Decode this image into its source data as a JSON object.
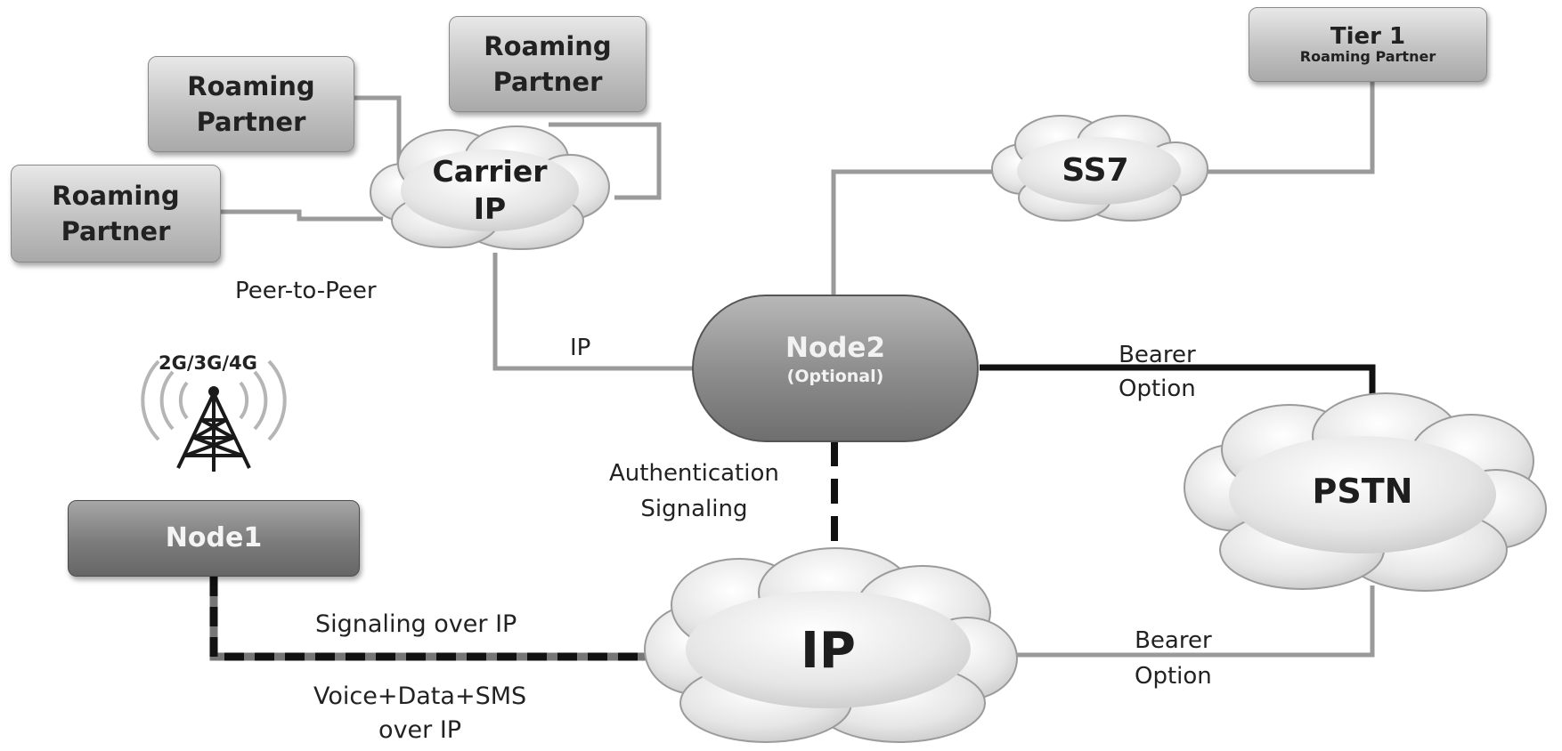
{
  "nodes": {
    "roaming_partner_1": {
      "line1": "Roaming",
      "line2": "Partner"
    },
    "roaming_partner_2": {
      "line1": "Roaming",
      "line2": "Partner"
    },
    "roaming_partner_3": {
      "line1": "Roaming",
      "line2": "Partner"
    },
    "tier1": {
      "line1": "Tier 1",
      "line2": "Roaming Partner"
    },
    "node1": {
      "label": "Node1"
    },
    "node2": {
      "line1": "Node2",
      "line2": "(Optional)"
    },
    "carrier_ip": {
      "line1": "Carrier",
      "line2": "IP"
    },
    "ss7": {
      "label": "SS7"
    },
    "pstn": {
      "label": "PSTN"
    },
    "ip": {
      "label": "IP"
    }
  },
  "labels": {
    "peer_to_peer": "Peer-to-Peer",
    "ip_link": "IP",
    "radio": "2G/3G/4G",
    "auth_line1": "Authentication",
    "auth_line2": "Signaling",
    "bearer_top_line1": "Bearer",
    "bearer_top_line2": "Option",
    "bearer_bottom_line1": "Bearer",
    "bearer_bottom_line2": "Option",
    "signaling_over_ip": "Signaling over IP",
    "voice_line1": "Voice+Data+SMS",
    "voice_line2": "over IP"
  }
}
